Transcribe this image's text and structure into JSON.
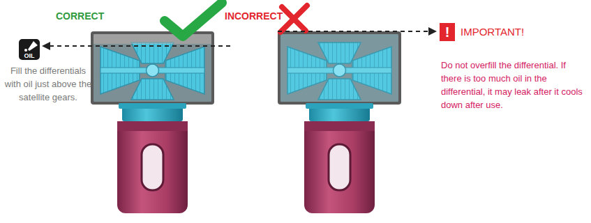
{
  "diagram": {
    "labels": [
      "CORRECT",
      "INCORRECT",
      "OIL",
      "Fill the differentials with oil just above the satellite gears.",
      "!",
      "IMPORTANT!",
      "Do not overfill the differential. If there is too much oil in the differential, it may leak after it cools down after use."
    ]
  }
}
